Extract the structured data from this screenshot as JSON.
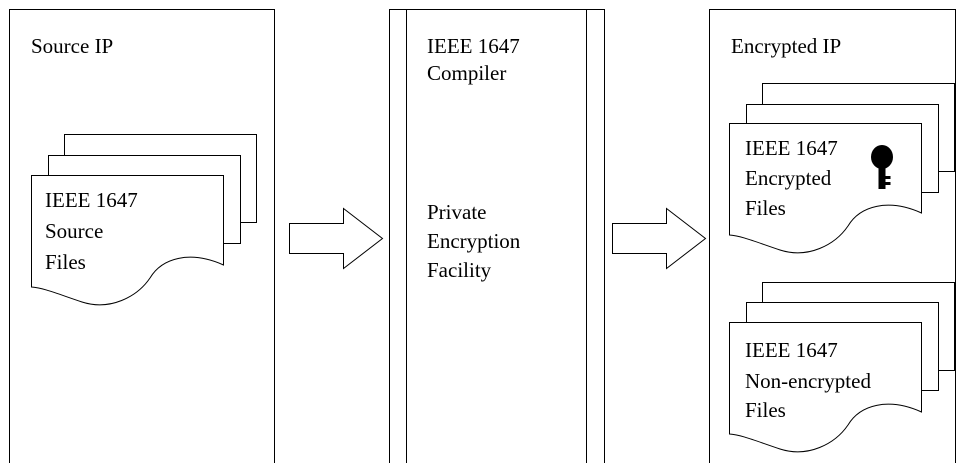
{
  "source_panel": {
    "title": "Source IP",
    "document": {
      "lines": [
        "IEEE 1647",
        "Source",
        "Files"
      ]
    }
  },
  "compiler_panel": {
    "title_lines": [
      "IEEE 1647",
      "Compiler"
    ],
    "facility_lines": [
      "Private",
      "Encryption",
      "Facility"
    ]
  },
  "encrypted_panel": {
    "title": "Encrypted IP",
    "encrypted_document": {
      "lines": [
        "IEEE 1647",
        "Encrypted",
        "Files"
      ],
      "icon": "key-icon"
    },
    "plain_document": {
      "lines": [
        "IEEE 1647",
        "Non-encrypted",
        "Files"
      ]
    }
  },
  "colors": {
    "stroke": "#000000",
    "fill": "#ffffff"
  }
}
